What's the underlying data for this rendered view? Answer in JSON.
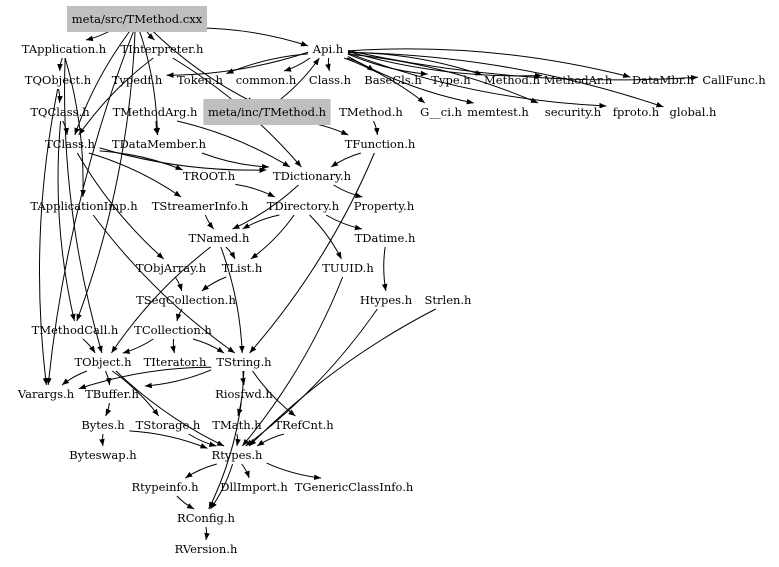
{
  "diagram": {
    "type": "include-dependency-graph",
    "highlight_color": "#bfbfbf",
    "nodes": [
      {
        "id": "cxx",
        "label": "meta/src/TMethod.cxx",
        "highlighted": true
      },
      {
        "id": "TApplication",
        "label": "TApplication.h"
      },
      {
        "id": "TInterpreter",
        "label": "TInterpreter.h"
      },
      {
        "id": "Api",
        "label": "Api.h"
      },
      {
        "id": "TQObject",
        "label": "TQObject.h"
      },
      {
        "id": "Typedf",
        "label": "Typedf.h"
      },
      {
        "id": "Token",
        "label": "Token.h"
      },
      {
        "id": "common",
        "label": "common.h"
      },
      {
        "id": "Class",
        "label": "Class.h"
      },
      {
        "id": "BaseCls",
        "label": "BaseCls.h"
      },
      {
        "id": "Type",
        "label": "Type.h"
      },
      {
        "id": "Method",
        "label": "Method.h"
      },
      {
        "id": "MethodAr",
        "label": "MethodAr.h"
      },
      {
        "id": "DataMbr",
        "label": "DataMbr.h"
      },
      {
        "id": "CallFunc",
        "label": "CallFunc.h"
      },
      {
        "id": "TQClass",
        "label": "TQClass.h"
      },
      {
        "id": "TMethodArg",
        "label": "TMethodArg.h"
      },
      {
        "id": "incTMethod",
        "label": "meta/inc/TMethod.h",
        "highlighted": true
      },
      {
        "id": "TMethod",
        "label": "TMethod.h"
      },
      {
        "id": "G__ci",
        "label": "G__ci.h"
      },
      {
        "id": "memtest",
        "label": "memtest.h"
      },
      {
        "id": "security",
        "label": "security.h"
      },
      {
        "id": "fproto",
        "label": "fproto.h"
      },
      {
        "id": "global",
        "label": "global.h"
      },
      {
        "id": "TClass",
        "label": "TClass.h"
      },
      {
        "id": "TDataMember",
        "label": "TDataMember.h"
      },
      {
        "id": "TFunction",
        "label": "TFunction.h"
      },
      {
        "id": "TROOT",
        "label": "TROOT.h"
      },
      {
        "id": "TDictionary",
        "label": "TDictionary.h"
      },
      {
        "id": "TApplicationImp",
        "label": "TApplicationImp.h"
      },
      {
        "id": "TStreamerInfo",
        "label": "TStreamerInfo.h"
      },
      {
        "id": "TDirectory",
        "label": "TDirectory.h"
      },
      {
        "id": "Property",
        "label": "Property.h"
      },
      {
        "id": "TNamed",
        "label": "TNamed.h"
      },
      {
        "id": "TDatime",
        "label": "TDatime.h"
      },
      {
        "id": "TObjArray",
        "label": "TObjArray.h"
      },
      {
        "id": "TList",
        "label": "TList.h"
      },
      {
        "id": "TUUID",
        "label": "TUUID.h"
      },
      {
        "id": "TSeqCollection",
        "label": "TSeqCollection.h"
      },
      {
        "id": "Htypes",
        "label": "Htypes.h"
      },
      {
        "id": "Strlen",
        "label": "Strlen.h"
      },
      {
        "id": "TMethodCall",
        "label": "TMethodCall.h"
      },
      {
        "id": "TCollection",
        "label": "TCollection.h"
      },
      {
        "id": "TObject",
        "label": "TObject.h"
      },
      {
        "id": "TIterator",
        "label": "TIterator.h"
      },
      {
        "id": "TString",
        "label": "TString.h"
      },
      {
        "id": "Varargs",
        "label": "Varargs.h"
      },
      {
        "id": "TBuffer",
        "label": "TBuffer.h"
      },
      {
        "id": "Riosfwd",
        "label": "Riosfwd.h"
      },
      {
        "id": "Bytes",
        "label": "Bytes.h"
      },
      {
        "id": "TStorage",
        "label": "TStorage.h"
      },
      {
        "id": "TMath",
        "label": "TMath.h"
      },
      {
        "id": "TRefCnt",
        "label": "TRefCnt.h"
      },
      {
        "id": "Byteswap",
        "label": "Byteswap.h"
      },
      {
        "id": "Rtypes",
        "label": "Rtypes.h"
      },
      {
        "id": "Rtypeinfo",
        "label": "Rtypeinfo.h"
      },
      {
        "id": "DllImport",
        "label": "DllImport.h"
      },
      {
        "id": "TGenericClassInfo",
        "label": "TGenericClassInfo.h"
      },
      {
        "id": "RConfig",
        "label": "RConfig.h"
      },
      {
        "id": "RVersion",
        "label": "RVersion.h"
      }
    ],
    "edges": [
      [
        "cxx",
        "TApplication"
      ],
      [
        "cxx",
        "TInterpreter"
      ],
      [
        "cxx",
        "Api"
      ],
      [
        "cxx",
        "incTMethod"
      ],
      [
        "cxx",
        "TMethodCall"
      ],
      [
        "cxx",
        "Varargs"
      ],
      [
        "cxx",
        "TDataMember"
      ],
      [
        "cxx",
        "TClass"
      ],
      [
        "Api",
        "Typedf"
      ],
      [
        "Api",
        "Token"
      ],
      [
        "Api",
        "common"
      ],
      [
        "Api",
        "Class"
      ],
      [
        "Api",
        "BaseCls"
      ],
      [
        "Api",
        "Type"
      ],
      [
        "Api",
        "Method"
      ],
      [
        "Api",
        "MethodAr"
      ],
      [
        "Api",
        "DataMbr"
      ],
      [
        "Api",
        "CallFunc"
      ],
      [
        "Api",
        "G__ci"
      ],
      [
        "Api",
        "memtest"
      ],
      [
        "Api",
        "security"
      ],
      [
        "Api",
        "fproto"
      ],
      [
        "Api",
        "global"
      ],
      [
        "TApplication",
        "TQObject"
      ],
      [
        "TApplication",
        "TApplicationImp"
      ],
      [
        "TApplication",
        "TObject"
      ],
      [
        "TQObject",
        "TQClass"
      ],
      [
        "TQObject",
        "Varargs"
      ],
      [
        "TQClass",
        "TClass"
      ],
      [
        "TQClass",
        "TMethodCall"
      ],
      [
        "TInterpreter",
        "TDictionary"
      ],
      [
        "TInterpreter",
        "TClass"
      ],
      [
        "incTMethod",
        "TFunction"
      ],
      [
        "incTMethod",
        "Api"
      ],
      [
        "TMethod",
        "TFunction"
      ],
      [
        "TFunction",
        "TDictionary"
      ],
      [
        "TFunction",
        "TString"
      ],
      [
        "TMethodArg",
        "TDataMember"
      ],
      [
        "TMethodArg",
        "TDictionary"
      ],
      [
        "TDataMember",
        "TDictionary"
      ],
      [
        "TClass",
        "TROOT"
      ],
      [
        "TClass",
        "TDictionary"
      ],
      [
        "TClass",
        "TStreamerInfo"
      ],
      [
        "TClass",
        "TObjArray"
      ],
      [
        "TDictionary",
        "TNamed"
      ],
      [
        "TDictionary",
        "Property"
      ],
      [
        "TROOT",
        "TDirectory"
      ],
      [
        "TDirectory",
        "TNamed"
      ],
      [
        "TDirectory",
        "TList"
      ],
      [
        "TDirectory",
        "TDatime"
      ],
      [
        "TDirectory",
        "TUUID"
      ],
      [
        "TStreamerInfo",
        "TNamed"
      ],
      [
        "TNamed",
        "TList"
      ],
      [
        "TNamed",
        "TObject"
      ],
      [
        "TNamed",
        "TString"
      ],
      [
        "TList",
        "TSeqCollection"
      ],
      [
        "TObjArray",
        "TSeqCollection"
      ],
      [
        "TSeqCollection",
        "TCollection"
      ],
      [
        "TCollection",
        "TObject"
      ],
      [
        "TCollection",
        "TIterator"
      ],
      [
        "TCollection",
        "TString"
      ],
      [
        "TApplicationImp",
        "TString"
      ],
      [
        "TUUID",
        "Rtypes"
      ],
      [
        "TDatime",
        "Htypes"
      ],
      [
        "Htypes",
        "Rtypes"
      ],
      [
        "Strlen",
        "Rtypes"
      ],
      [
        "TMethodCall",
        "TObject"
      ],
      [
        "TObject",
        "Varargs"
      ],
      [
        "TObject",
        "TBuffer"
      ],
      [
        "TObject",
        "Rtypes"
      ],
      [
        "TObject",
        "TStorage"
      ],
      [
        "TString",
        "Riosfwd"
      ],
      [
        "TString",
        "TMath"
      ],
      [
        "TString",
        "TRefCnt"
      ],
      [
        "TString",
        "TBuffer"
      ],
      [
        "TString",
        "Varargs"
      ],
      [
        "TBuffer",
        "Bytes"
      ],
      [
        "Bytes",
        "Byteswap"
      ],
      [
        "Bytes",
        "Rtypes"
      ],
      [
        "TStorage",
        "Rtypes"
      ],
      [
        "TMath",
        "Rtypes"
      ],
      [
        "TRefCnt",
        "Rtypes"
      ],
      [
        "Riosfwd",
        "RConfig"
      ],
      [
        "Rtypes",
        "Rtypeinfo"
      ],
      [
        "Rtypes",
        "DllImport"
      ],
      [
        "Rtypes",
        "TGenericClassInfo"
      ],
      [
        "Rtypes",
        "RConfig"
      ],
      [
        "Rtypeinfo",
        "RConfig"
      ],
      [
        "RConfig",
        "RVersion"
      ]
    ]
  }
}
